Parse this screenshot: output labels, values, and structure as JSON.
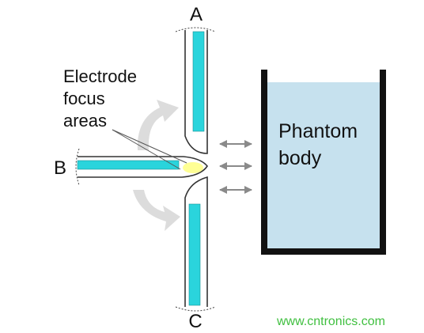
{
  "labels": {
    "electrode_a": "A",
    "electrode_b": "B",
    "electrode_c": "C",
    "focus_line1": "Electrode",
    "focus_line2": "focus",
    "focus_line3": "areas",
    "phantom_line1": "Phantom",
    "phantom_line2": "body"
  },
  "watermark": "www.cntronics.com",
  "colors": {
    "electrode_strip": "#2ad4dc",
    "phantom_fill": "#c6e1ee",
    "container_wall": "#111111",
    "rotation_arrow": "#dcdcdc",
    "double_arrow": "#8a8a8a",
    "focus_highlight": "#ffff66",
    "watermark_text": "#3fbf3f"
  },
  "icons": {
    "rotation_top": "curved-arrow-icon",
    "rotation_bottom": "curved-arrow-icon",
    "gap_arrows": "double-arrow-icon"
  }
}
